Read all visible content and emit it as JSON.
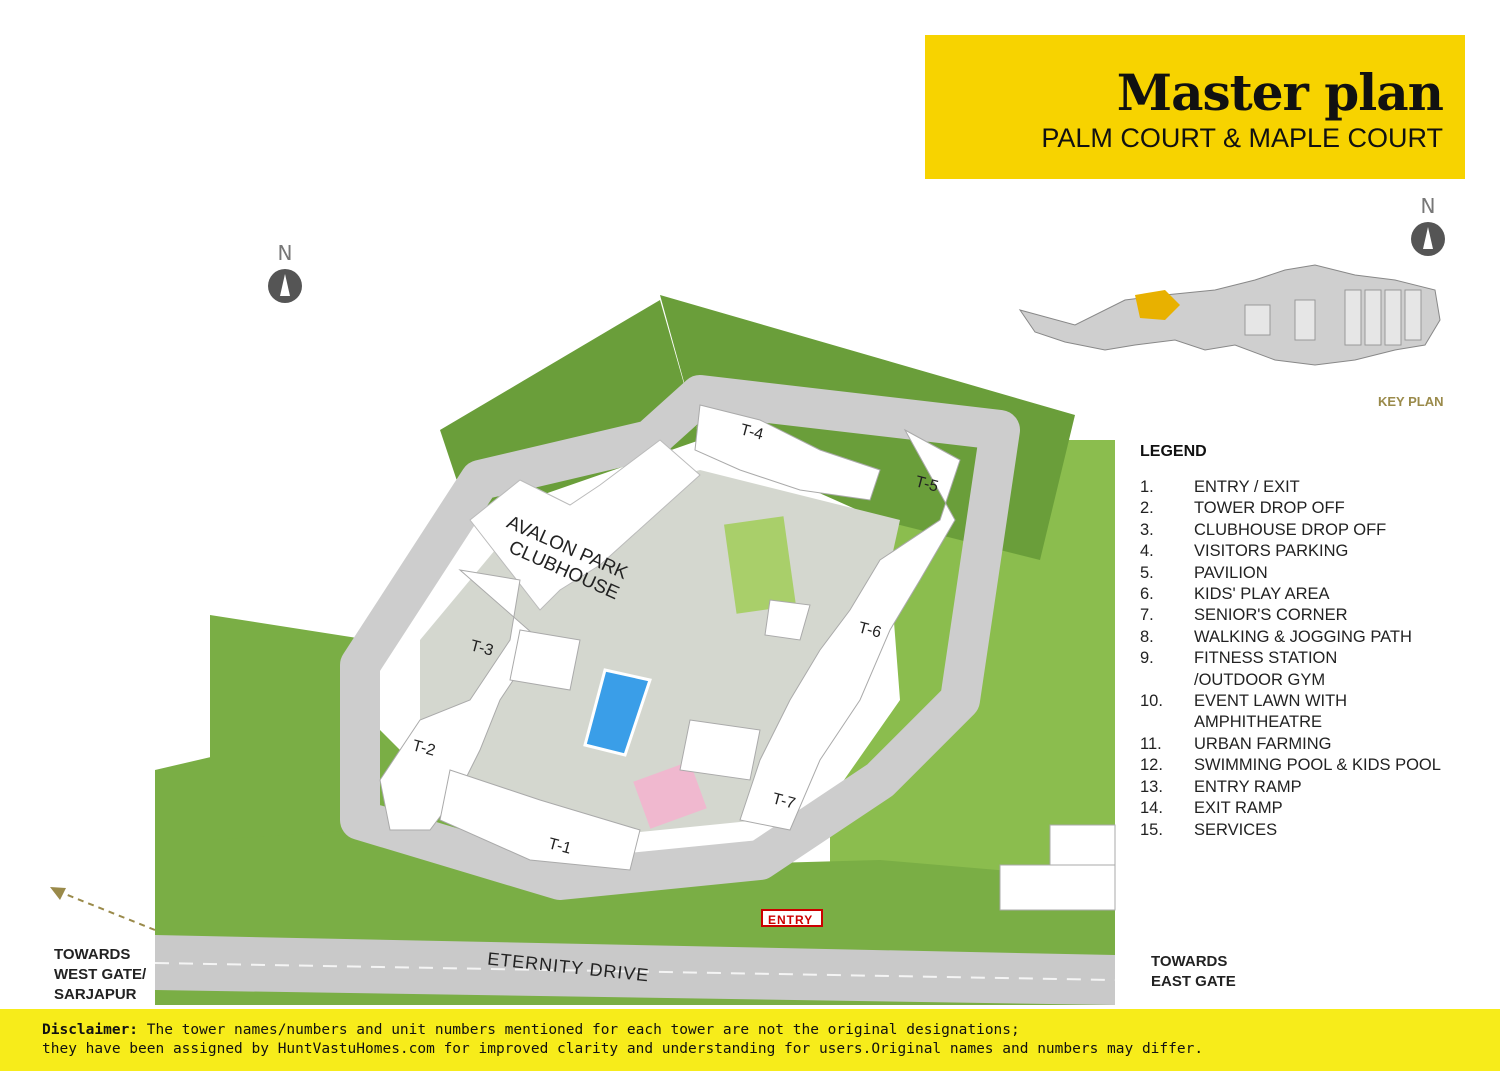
{
  "title": {
    "main": "Master plan",
    "sub": "PALM COURT & MAPLE COURT"
  },
  "north_symbol": "N",
  "key_plan_label": "KEY PLAN",
  "legend": {
    "title": "LEGEND",
    "items": [
      {
        "num": "1.",
        "text": "ENTRY / EXIT"
      },
      {
        "num": "2.",
        "text": "TOWER DROP OFF"
      },
      {
        "num": "3.",
        "text": "CLUBHOUSE DROP OFF"
      },
      {
        "num": "4.",
        "text": "VISITORS PARKING"
      },
      {
        "num": "5.",
        "text": "PAVILION"
      },
      {
        "num": "6.",
        "text": "KIDS' PLAY AREA"
      },
      {
        "num": "7.",
        "text": "SENIOR'S CORNER"
      },
      {
        "num": "8.",
        "text": "WALKING & JOGGING PATH"
      },
      {
        "num": "9.",
        "text": "FITNESS STATION"
      },
      {
        "num": "",
        "text": "/OUTDOOR GYM"
      },
      {
        "num": "10.",
        "text": "EVENT LAWN WITH"
      },
      {
        "num": "",
        "text": "AMPHITHEATRE"
      },
      {
        "num": "11.",
        "text": "URBAN FARMING"
      },
      {
        "num": "12.",
        "text": "SWIMMING POOL & KIDS POOL"
      },
      {
        "num": "13.",
        "text": "ENTRY RAMP"
      },
      {
        "num": "14.",
        "text": "EXIT RAMP"
      },
      {
        "num": "15.",
        "text": "SERVICES"
      }
    ]
  },
  "map_labels": {
    "clubhouse": [
      "AVALON PARK",
      "CLUBHOUSE"
    ],
    "road": "ETERNITY DRIVE",
    "entry": "ENTRY",
    "towards_west": [
      "TOWARDS",
      "WEST GATE/",
      "SARJAPUR"
    ],
    "towards_east": [
      "TOWARDS",
      "EAST GATE"
    ],
    "towers": [
      "T-1",
      "T-2",
      "T-3",
      "T-4",
      "T-5",
      "T-6",
      "T-7"
    ]
  },
  "disclaimer": {
    "label": "Disclaimer:",
    "line1": " The tower names/numbers and unit numbers mentioned for each tower are not the original designations;",
    "line2": "they have been assigned by HuntVastuHomes.com for improved clarity and understanding for users.Original names and numbers may differ."
  },
  "colors": {
    "accent_yellow": "#f7d300",
    "disclaimer_yellow": "#f7ec1a",
    "unit_number_red": "#e00000",
    "greenery": "#6aa03a",
    "road": "#c8c8c8"
  }
}
